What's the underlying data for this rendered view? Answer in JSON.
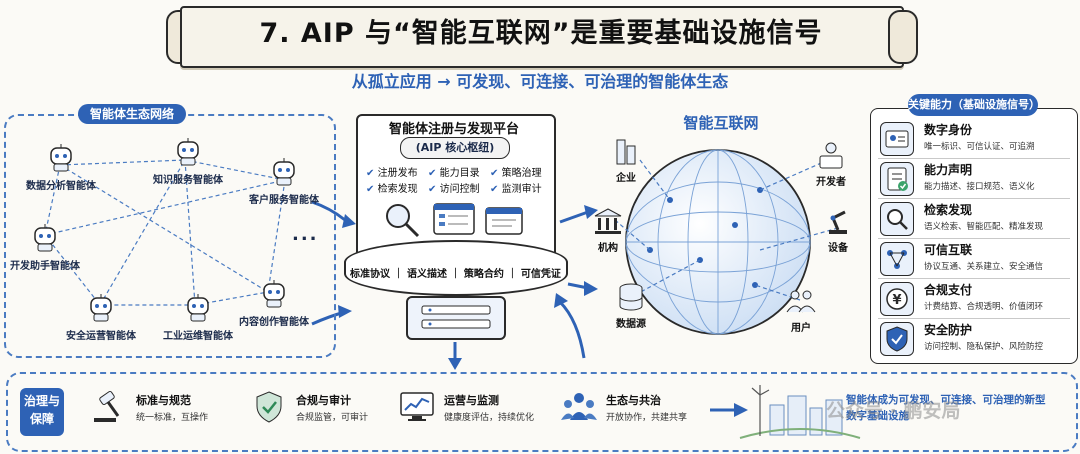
{
  "title": "7. AIP 与“智能互联网”是重要基础设施信号",
  "subtitle": "从孤立应用 → 可发现、可连接、可治理的智能体生态",
  "ecosystem": {
    "tag": "智能体生态网络",
    "agents": [
      {
        "label": "数据分析智能体",
        "icon": "robot-icon"
      },
      {
        "label": "知识服务智能体",
        "icon": "robot-icon"
      },
      {
        "label": "客户服务智能体",
        "icon": "robot-icon"
      },
      {
        "label": "开发助手智能体",
        "icon": "robot-icon"
      },
      {
        "label": "安全运营智能体",
        "icon": "robot-icon"
      },
      {
        "label": "工业运维智能体",
        "icon": "robot-icon"
      },
      {
        "label": "内容创作智能体",
        "icon": "robot-icon"
      }
    ],
    "more": "..."
  },
  "platform": {
    "title": "智能体注册与发现平台",
    "hub": "(AIP 核心枢纽)",
    "features": [
      "注册发布",
      "能力目录",
      "策略治理",
      "检索发现",
      "访问控制",
      "监测审计"
    ],
    "band": "标准协议 ｜ 语义描述 ｜ 策略合约 ｜ 可信凭证"
  },
  "network": {
    "title": "智能互联网",
    "nodes": [
      {
        "label": "企业",
        "icon": "building-icon"
      },
      {
        "label": "机构",
        "icon": "institution-icon"
      },
      {
        "label": "数据源",
        "icon": "database-icon"
      },
      {
        "label": "开发者",
        "icon": "developer-icon"
      },
      {
        "label": "设备",
        "icon": "robot-arm-icon"
      },
      {
        "label": "用户",
        "icon": "users-icon"
      }
    ]
  },
  "capabilities": {
    "tag": "关键能力（基础设施信号）",
    "items": [
      {
        "name": "数字身份",
        "desc": "唯一标识、可信认证、可追溯",
        "icon": "id-card-icon"
      },
      {
        "name": "能力声明",
        "desc": "能力描述、接口规范、语义化",
        "icon": "checklist-icon"
      },
      {
        "name": "检索发现",
        "desc": "语义检索、智能匹配、精准发现",
        "icon": "search-icon"
      },
      {
        "name": "可信互联",
        "desc": "协议互通、关系建立、安全通信",
        "icon": "network-icon"
      },
      {
        "name": "合规支付",
        "desc": "计费结算、合规透明、价值闭环",
        "icon": "yen-coin-icon"
      },
      {
        "name": "安全防护",
        "desc": "访问控制、隐私保护、风险防控",
        "icon": "shield-check-icon"
      }
    ]
  },
  "governance": {
    "tag": "治理与保障",
    "items": [
      {
        "name": "标准与规范",
        "desc": "统一标准，互操作",
        "icon": "gavel-icon"
      },
      {
        "name": "合规与审计",
        "desc": "合规监管，可审计",
        "icon": "shield-check-icon"
      },
      {
        "name": "运营与监测",
        "desc": "健康度评估，持续优化",
        "icon": "monitor-chart-icon"
      },
      {
        "name": "生态与共治",
        "desc": "开放协作，共建共享",
        "icon": "community-icon"
      }
    ],
    "result": "智能体成为可发现、可连接、可治理的新型数字基础设施"
  },
  "watermark": "公众号 · 鹏安局",
  "colors": {
    "accent": "#2e62b5",
    "ink": "#1b2a4a"
  }
}
